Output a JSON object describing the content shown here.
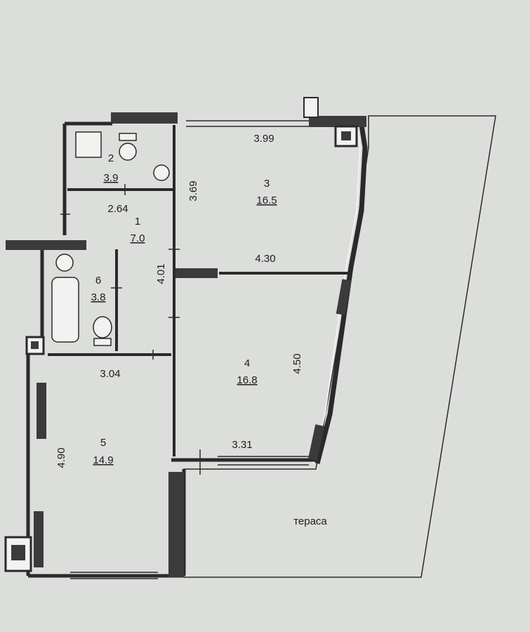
{
  "rooms": [
    {
      "number": "1",
      "area": "7.0"
    },
    {
      "number": "2",
      "area": "3.9"
    },
    {
      "number": "3",
      "area": "16.5"
    },
    {
      "number": "4",
      "area": "16.8"
    },
    {
      "number": "5",
      "area": "14.9"
    },
    {
      "number": "6",
      "area": "3.8"
    }
  ],
  "dimensions": {
    "room3_width": "3.99",
    "room3_height": "3.69",
    "room34_partition": "4.30",
    "hall_width": "2.64",
    "hall_length": "4.01",
    "room4_height": "4.50",
    "room4_bottom": "3.31",
    "room5_width": "3.04",
    "room5_height": "4.90"
  },
  "terrace_label": "тераса"
}
